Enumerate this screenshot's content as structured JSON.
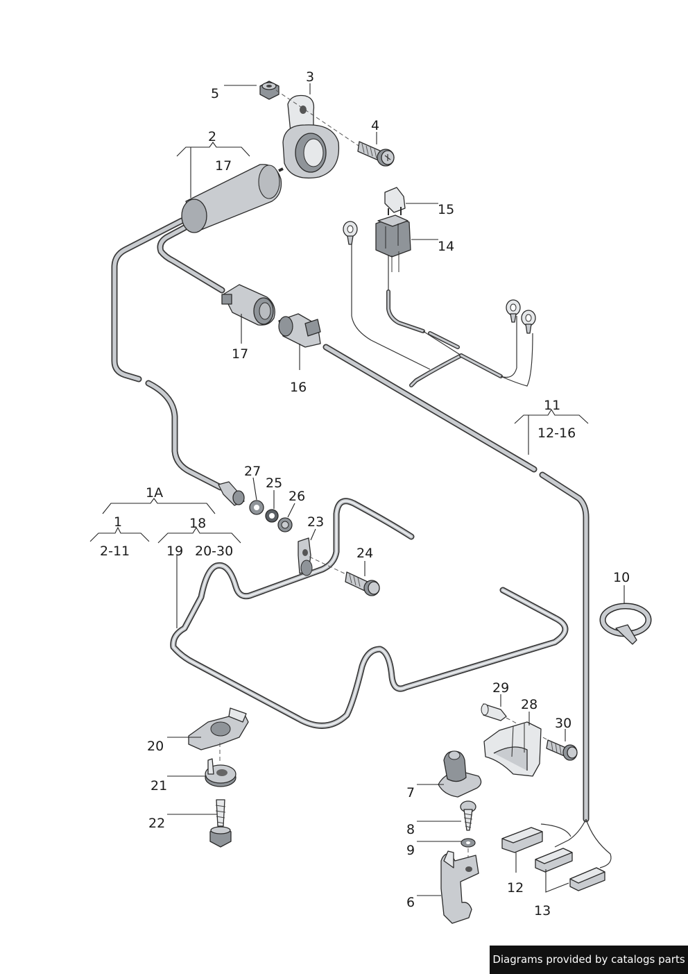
{
  "labels": {
    "n1": "1",
    "n1A": "1A",
    "n2": "2",
    "n3": "3",
    "n4": "4",
    "n5": "5",
    "n6": "6",
    "n7": "7",
    "n8": "8",
    "n9": "9",
    "n10": "10",
    "n11": "11",
    "n12": "12",
    "n13": "13",
    "n14": "14",
    "n15": "15",
    "n16": "16",
    "n17a": "17",
    "n17b": "17",
    "n18": "18",
    "n19": "19",
    "n20": "20",
    "n21": "21",
    "n22": "22",
    "n23": "23",
    "n24": "24",
    "n25": "25",
    "n26": "26",
    "n27": "27",
    "n28": "28",
    "n29": "29",
    "n30": "30",
    "r2_11": "2-11",
    "r12_16": "12-16",
    "r20_30": "20-30"
  },
  "credit": "Diagrams provided by catalogs parts"
}
